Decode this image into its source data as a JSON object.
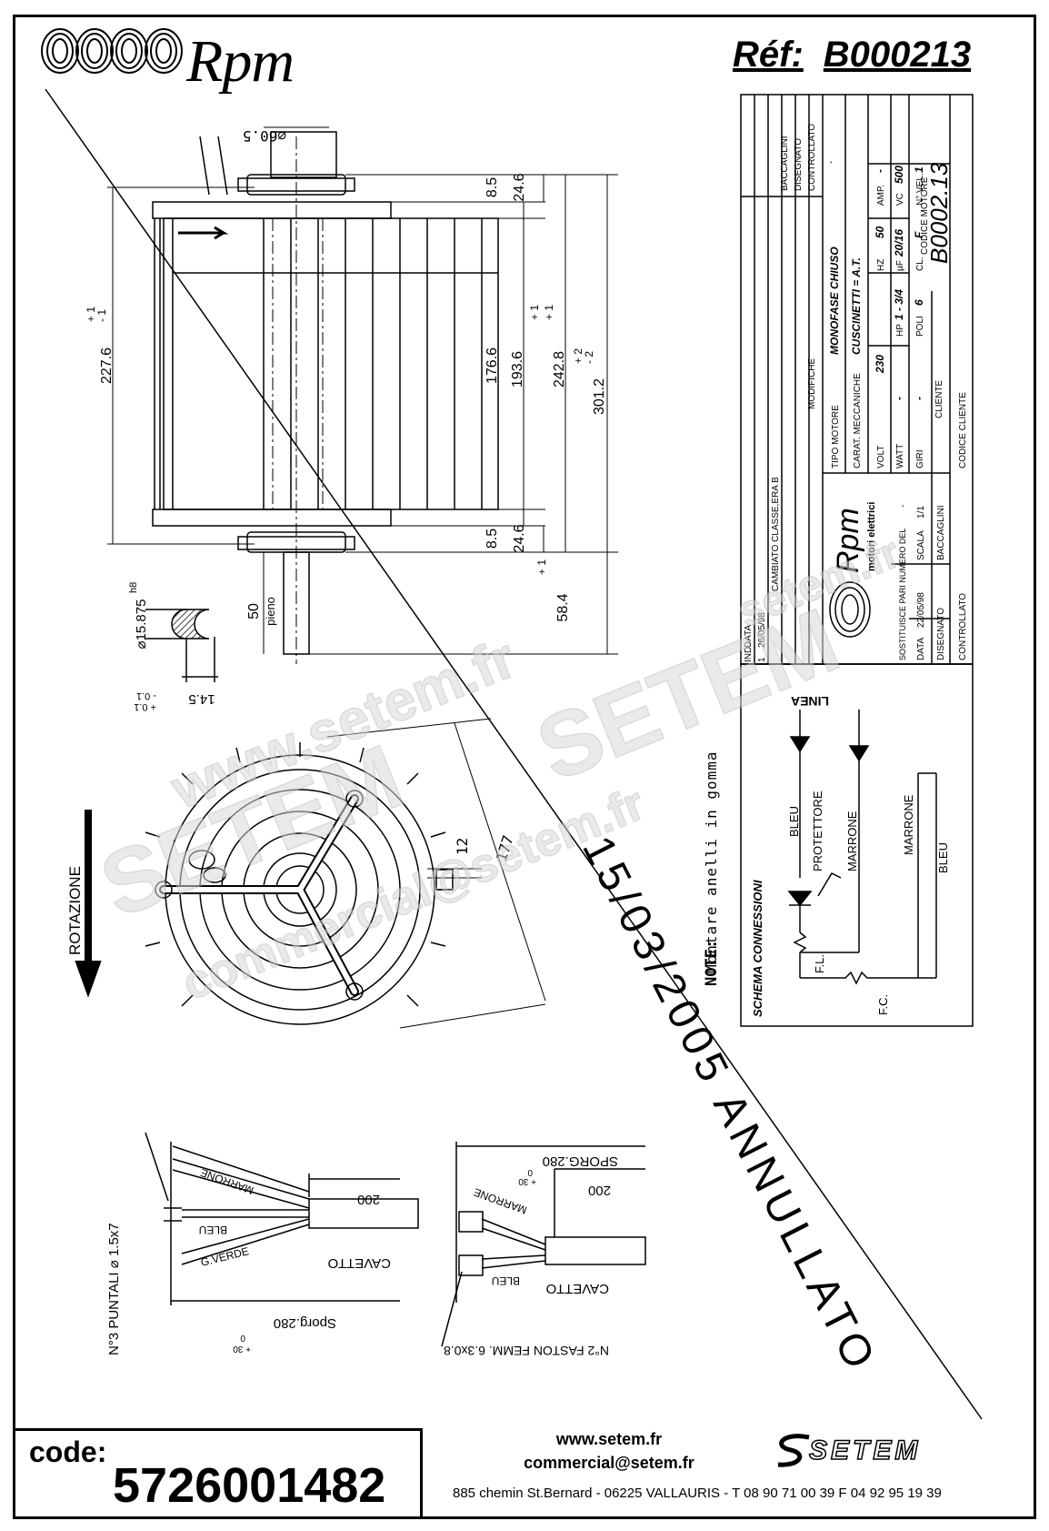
{
  "brand": {
    "name": "Rpm",
    "subtitle": "motori elettrici"
  },
  "reference": {
    "label": "Réf:",
    "value": "B000213"
  },
  "dimensions": {
    "pulley_dia": "⌀60.5",
    "height_227": "227.6",
    "height_176": "176.6",
    "height_193": "193.6",
    "height_242": "242.8",
    "height_301": "301.2",
    "height_8_5_top": "8.5",
    "height_24_6_top": "24.6",
    "height_8_5_bot": "8.5",
    "height_24_6_bot": "24.6",
    "shaft_58": "58.4",
    "shaft_50": "50",
    "shaft_pieno": "pieno",
    "shaft_dia": "⌀15.875",
    "shaft_tol": "h8",
    "shaft_flat": "14.5",
    "tol_plus1": "+ 1",
    "tol_minus1": "- 1",
    "tol_plus2": "+ 2",
    "tol_minus2": "- 2",
    "tol_plus01": "+ 0.1",
    "tol_minus01": "- 0.1",
    "width_177": "177",
    "rib_12": "12"
  },
  "rotation_label": "ROTAZIONE",
  "note": {
    "label": "NOTE:",
    "text": "Montare anelli in gomma"
  },
  "annullato": "15/03/2005 ANNULLATO",
  "watermark": {
    "url": "www.setem.fr",
    "brand": "SETEM",
    "email": "commercial@setem.fr",
    "url2": "setem.fr"
  },
  "title_block": {
    "revisions_header": {
      "ind": "IND",
      "data": "DATA",
      "modifiche": "MODIFICHE",
      "disegnato": "DISEGNATO",
      "controllato": "CONTROLLATO"
    },
    "revision_row": {
      "ind": "1",
      "data": "26/05/98",
      "modifica": "CAMBIATO CLASSE,ERA B",
      "disegnato": "BACCAGLINI",
      "controllato": "-"
    },
    "tipo_motore_label": "TIPO MOTORE",
    "tipo_motore": "MONOFASE CHIUSO",
    "carat_label": "CARAT. MECCANICHE",
    "carat": "CUSCINETTI = A.T.",
    "volt_label": "VOLT",
    "volt": "230",
    "hz_label": "HZ",
    "hz": "50",
    "amp_label": "AMP.",
    "amp": "-",
    "watt_label": "WATT",
    "watt": "-",
    "hp_label": "HP",
    "hp": "1 - 3/4",
    "uf_label": "µF",
    "uf": "20/16",
    "vc_label": "VC",
    "vc": "500",
    "giri_label": "GIRI",
    "giri": "-",
    "poli_label": "POLI",
    "poli": "6",
    "cl_label": "CL.",
    "cl": "F",
    "vel_label": "N° VEL.",
    "vel": "1",
    "cliente_label": "CLIENTE",
    "codice_motore_label": "CODICE MOTORE",
    "codice_motore": "B0002.13",
    "codice_cliente_label": "CODICE CLIENTE",
    "sostituisce_label": "SOSTITUISCE PARI NUMERO DEL",
    "sostituisce": "-",
    "data_label": "DATA",
    "data": "22/05/98",
    "scala_label": "SCALA",
    "scala": "1/1",
    "disegnato_label": "DISEGNATO",
    "disegnato": "BACCAGLINI",
    "controllato_label": "CONTROLLATO"
  },
  "schema": {
    "title": "SCHEMA CONNESSIONI",
    "linea": "LINEA",
    "bleu1": "BLEU",
    "protettore": "PROTETTORE",
    "marrone1": "MARRONE",
    "marrone2": "MARRONE",
    "bleu2": "BLEU",
    "fl": "F.L.",
    "fc": "F.C."
  },
  "cable_left": {
    "title": "N°3 PUNTALI ⌀ 1.5x7",
    "marrone": "MARRONE",
    "bleu": "BLEU",
    "verde": "G.VERDE",
    "len": "200",
    "cavetto": "CAVETTO",
    "sporg": "Sporg.280",
    "sporg_tol0": "0",
    "sporg_tol30": "+ 30"
  },
  "cable_right": {
    "title": "N°2 FASTON FEMM. 6.3x0.8",
    "marrone": "MARRONE",
    "bleu": "BLEU",
    "len": "200",
    "cavetto": "CAVETTO",
    "sporg": "SPORG.280",
    "sporg_tol0": "0",
    "sporg_tol30": "+ 30"
  },
  "footer": {
    "code_label": "code:",
    "code": "5726001482",
    "www": "www.setem.fr",
    "email": "commercial@setem.fr",
    "address": "885 chemin St.Bernard  -  06225 VALLAURIS  -  T 08 90 71 00 39   F 04 92 95 19 39",
    "setem": "SETEM"
  }
}
